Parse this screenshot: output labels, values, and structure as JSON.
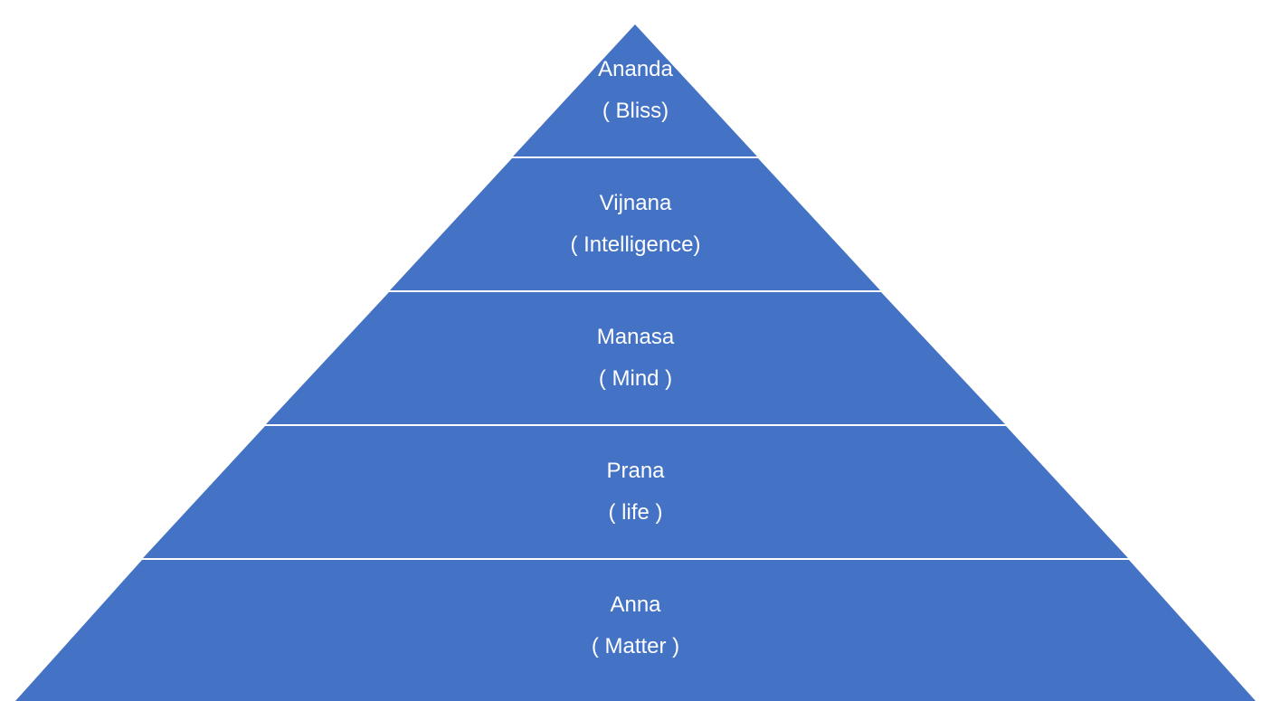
{
  "colors": {
    "layer_fill": "#4472C4",
    "separator": "#FFFFFF",
    "text": "#FFFFFF",
    "background": "#FFFFFF"
  },
  "layers": [
    {
      "name": "Ananda",
      "meaning": "( Bliss)"
    },
    {
      "name": "Vijnana",
      "meaning": "( Intelligence)"
    },
    {
      "name": "Manasa",
      "meaning": "( Mind )"
    },
    {
      "name": "Prana",
      "meaning": "( life )"
    },
    {
      "name": "Anna",
      "meaning": "( Matter )"
    }
  ]
}
